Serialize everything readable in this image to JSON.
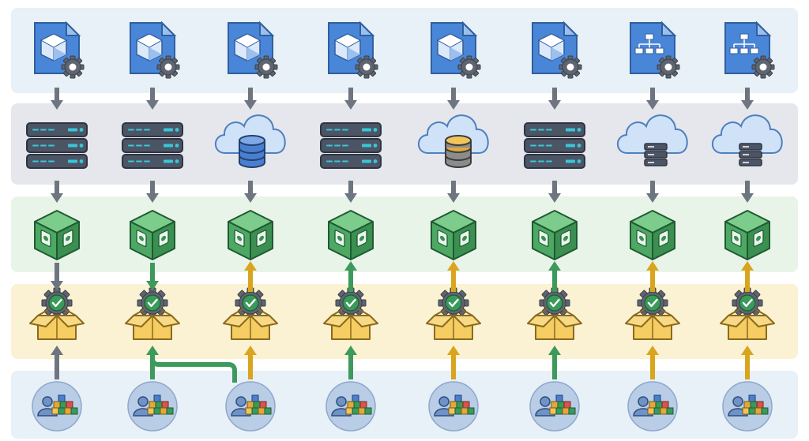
{
  "colors": {
    "band_docs": "#e8f0f8",
    "band_infra": "#e5e7ec",
    "band_cubes": "#e9f4e9",
    "band_packages": "#fbf1d3",
    "band_people": "#e8f0f8",
    "arrow_gray": "#6d7581",
    "arrow_green": "#3d9a5c",
    "arrow_gold": "#d9a51f",
    "doc_blue": "#4a86d8",
    "cube_green": "#4da864",
    "box_yellow": "#f5cd63",
    "gear_gray": "#5e6570",
    "check_green": "#3a9a5a"
  },
  "rows": [
    {
      "band": "documents",
      "icons": [
        "prism-document-gear-icon",
        "prism-document-gear-icon",
        "prism-document-gear-icon",
        "prism-document-gear-icon",
        "prism-document-gear-icon",
        "prism-document-gear-icon",
        "hierarchy-document-gear-icon",
        "hierarchy-document-gear-icon"
      ]
    },
    {
      "band": "infrastructure",
      "icons": [
        "server-rack-icon",
        "server-rack-icon",
        "cloud-database-blue-icon",
        "server-rack-icon",
        "cloud-database-gold-icon",
        "server-rack-icon",
        "cloud-server-icon",
        "cloud-server-icon"
      ]
    },
    {
      "band": "containers",
      "icons": [
        "green-cube-icon",
        "green-cube-icon",
        "green-cube-icon",
        "green-cube-icon",
        "green-cube-icon",
        "green-cube-icon",
        "green-cube-icon",
        "green-cube-icon"
      ]
    },
    {
      "band": "packages",
      "icons": [
        "package-gear-check-icon",
        "package-gear-check-icon",
        "package-gear-check-icon",
        "package-gear-check-icon",
        "package-gear-check-icon",
        "package-gear-check-icon",
        "package-gear-check-icon",
        "package-gear-check-icon"
      ]
    },
    {
      "band": "teams",
      "icons": [
        "user-with-blocks-icon",
        "user-with-blocks-icon",
        "user-with-blocks-icon",
        "user-with-blocks-icon",
        "user-with-blocks-icon",
        "user-with-blocks-icon",
        "user-with-blocks-icon",
        "user-with-blocks-icon"
      ]
    }
  ],
  "flows": {
    "docs_to_infra": [
      "gray",
      "gray",
      "gray",
      "gray",
      "gray",
      "gray",
      "gray",
      "gray"
    ],
    "infra_to_cube": [
      "gray",
      "gray",
      "gray",
      "gray",
      "gray",
      "gray",
      "gray",
      "gray"
    ],
    "cube_package": [
      {
        "color": "gray",
        "direction": "down"
      },
      {
        "color": "green",
        "direction": "down"
      },
      {
        "color": "gold",
        "direction": "up"
      },
      {
        "color": "green",
        "direction": "up"
      },
      {
        "color": "gold",
        "direction": "up"
      },
      {
        "color": "green",
        "direction": "up"
      },
      {
        "color": "gold",
        "direction": "up"
      },
      {
        "color": "gold",
        "direction": "up"
      }
    ],
    "package_people": [
      {
        "color": "gray",
        "direction": "up"
      },
      {
        "color": "green",
        "direction": "up",
        "source_column": 3
      },
      {
        "color": "gold",
        "direction": "up"
      },
      {
        "color": "green",
        "direction": "up"
      },
      {
        "color": "gold",
        "direction": "up"
      },
      {
        "color": "green",
        "direction": "up"
      },
      {
        "color": "gold",
        "direction": "up"
      },
      {
        "color": "gold",
        "direction": "up"
      }
    ]
  }
}
